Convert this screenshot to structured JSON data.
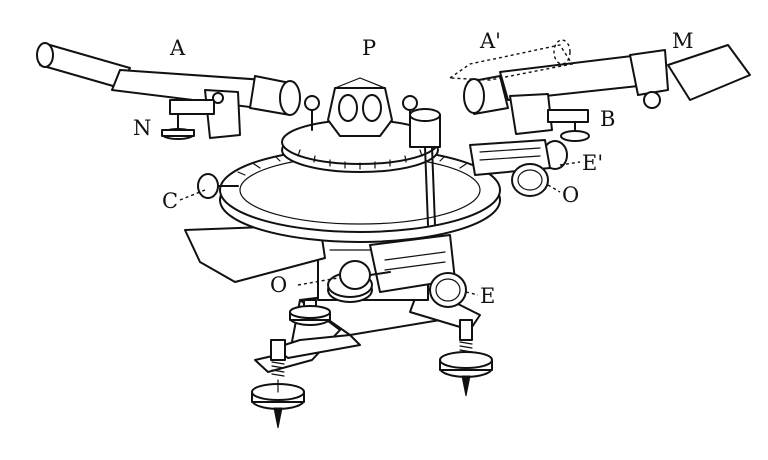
{
  "labels": {
    "A": "A",
    "P": "P",
    "A_prime": "A'",
    "M": "M",
    "N": "N",
    "B": "B",
    "C": "C",
    "E_prime": "E'",
    "O_right": "O",
    "O_left": "O",
    "E": "E"
  },
  "colors": {
    "ink": "#111111",
    "paper": "#ffffff"
  }
}
